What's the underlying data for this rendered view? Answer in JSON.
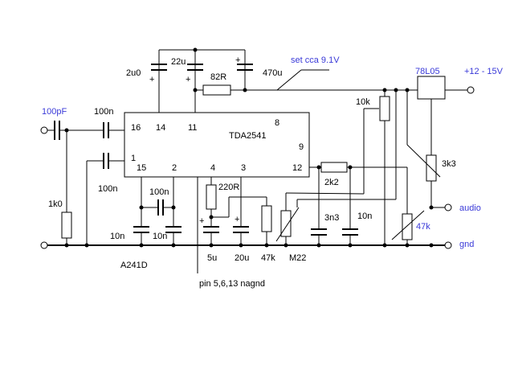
{
  "ic": {
    "name": "TDA2541",
    "pins": {
      "p16": "16",
      "p14": "14",
      "p11": "11",
      "p8": "8",
      "p9": "9",
      "p1": "1",
      "p15": "15",
      "p2": "2",
      "p4": "4",
      "p3": "3",
      "p12": "12"
    }
  },
  "labels": {
    "c_in": "100pF",
    "c_100n_a": "100n",
    "c_100n_b": "100n",
    "c_100n_c": "100n",
    "r_1k0": "1k0",
    "c_2u0": "2u0",
    "c_22u": "22u",
    "r_82r": "82R",
    "c_470u": "470u",
    "set_note": "set cca 9.1V",
    "reg": "78L05",
    "supply": "+12 - 15V",
    "pot_10k": "10k",
    "r_3k3": "3k3",
    "r_220r": "220R",
    "r_2k2": "2k2",
    "c_3n3": "3n3",
    "c_10n_a": "10n",
    "c_10n_b": "10n",
    "c_10n_c": "10n",
    "audio": "audio",
    "pot_47k_a": "47k",
    "gnd": "gnd",
    "a241d": "A241D",
    "c_5u": "5u",
    "c_20u": "20u",
    "r_47k_b": "47k",
    "m22": "M22",
    "pin_note": "pin 5,6,13 nagnd",
    "plus": "+"
  }
}
